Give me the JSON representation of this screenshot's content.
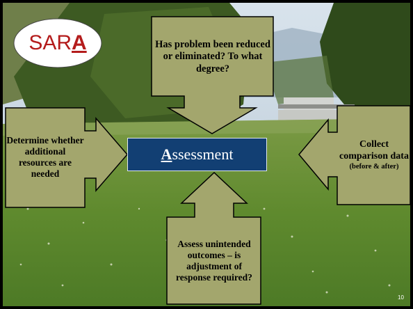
{
  "badge": {
    "prefix": "SAR",
    "emphasis": "A"
  },
  "center": {
    "first_letter": "A",
    "rest": "ssessment"
  },
  "callouts": {
    "top": "Has problem been reduced or eliminated? To what degree?",
    "left": "Determine whether additional resources are needed",
    "right_main": "Collect comparison data",
    "right_sub": "(before & after)",
    "bottom": "Assess unintended outcomes – is adjustment of response required?"
  },
  "slide_number": "10",
  "colors": {
    "callout_fill": "#a3a66d",
    "callout_border": "#000000",
    "center_fill": "#123f73",
    "badge_text": "#b41c1c",
    "background_sky": "#c9d8e3",
    "background_grass": "#5e8a30"
  }
}
